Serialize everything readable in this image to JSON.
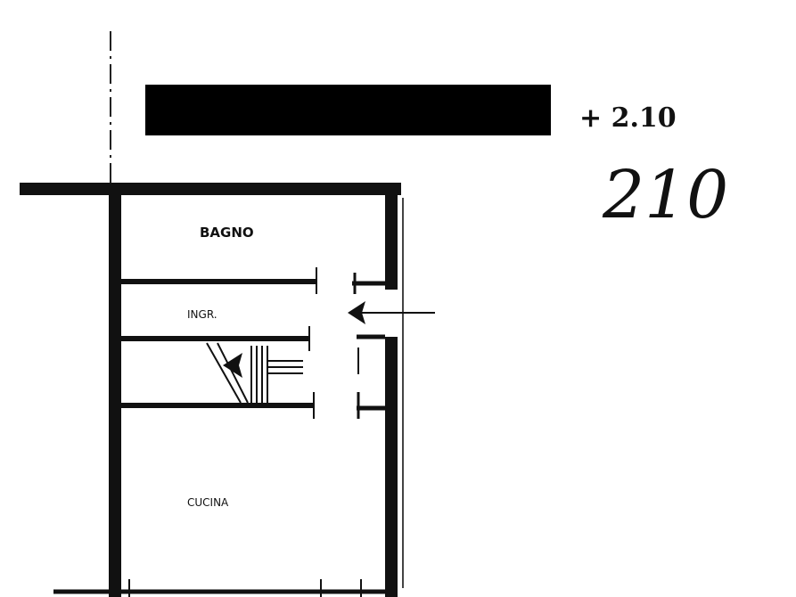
{
  "drawing": {
    "level_annotation": "+ 2.10",
    "page_number": "210",
    "rooms": {
      "top": "BAGNO",
      "middle": "INGR.",
      "bottom": "CUCINA"
    },
    "redaction_bar_color": "#000000",
    "ink_color": "#111111"
  }
}
